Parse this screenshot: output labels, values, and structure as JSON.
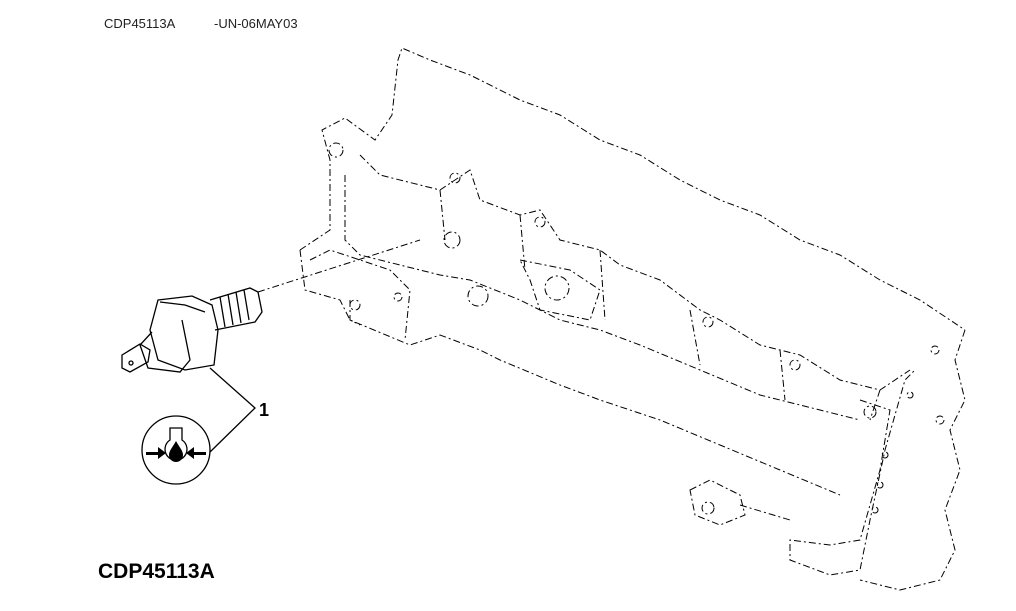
{
  "header": {
    "code": "CDP45113A",
    "date_stamp": "-UN-06MAY03"
  },
  "figure": {
    "callout_number": "1",
    "figure_label": "CDP45113A",
    "parts": [
      {
        "number": "1",
        "icon": "oil-pressure-symbol-icon"
      }
    ]
  }
}
